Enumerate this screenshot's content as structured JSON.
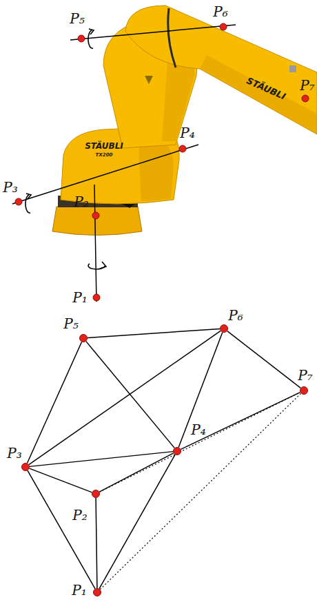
{
  "diagram": {
    "nodes": [
      {
        "text": [
          "P₁"
        ]
      },
      {
        "text": [
          "P₂"
        ]
      },
      {
        "text": [
          "P₃"
        ]
      },
      {
        "text": [
          "P₄"
        ]
      },
      {
        "text": [
          "P₅"
        ]
      },
      {
        "text": [
          "P₆"
        ]
      },
      {
        "text": [
          "P₇"
        ]
      }
    ],
    "edges": [
      {
        "from": 4,
        "to": 5,
        "arrow": "none"
      },
      {
        "from": 4,
        "to": 2,
        "arrow": "none"
      },
      {
        "from": 4,
        "to": 3,
        "arrow": "none"
      },
      {
        "from": 5,
        "to": 2,
        "arrow": "none"
      },
      {
        "from": 5,
        "to": 3,
        "arrow": "none"
      },
      {
        "from": 5,
        "to": 6,
        "arrow": "none"
      },
      {
        "from": 2,
        "to": 3,
        "arrow": "none"
      },
      {
        "from": 3,
        "to": 6,
        "arrow": "none"
      },
      {
        "from": 2,
        "to": 1,
        "arrow": "none"
      },
      {
        "from": 2,
        "to": 0,
        "arrow": "none"
      },
      {
        "from": 1,
        "to": 3,
        "arrow": "none"
      },
      {
        "from": 1,
        "to": 0,
        "arrow": "none"
      },
      {
        "from": 0,
        "to": 3,
        "arrow": "none"
      },
      {
        "from": 1,
        "to": 6,
        "arrow": "none"
      },
      {
        "from": 0,
        "to": 6,
        "arrow": "none"
      }
    ],
    "labels": [
      "P₅",
      "P₆",
      "P₇",
      "STÄUBLI",
      "P₃",
      "P₄",
      "STÄUBLI",
      "TX200",
      "P₂",
      "P₁"
    ]
  }
}
